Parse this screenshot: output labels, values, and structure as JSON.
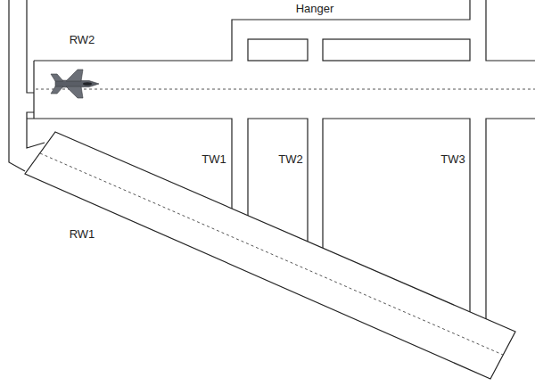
{
  "diagram": {
    "labels": [
      "Hanger",
      "RW2",
      "TW1",
      "TW2",
      "TW3",
      "RW1"
    ]
  }
}
